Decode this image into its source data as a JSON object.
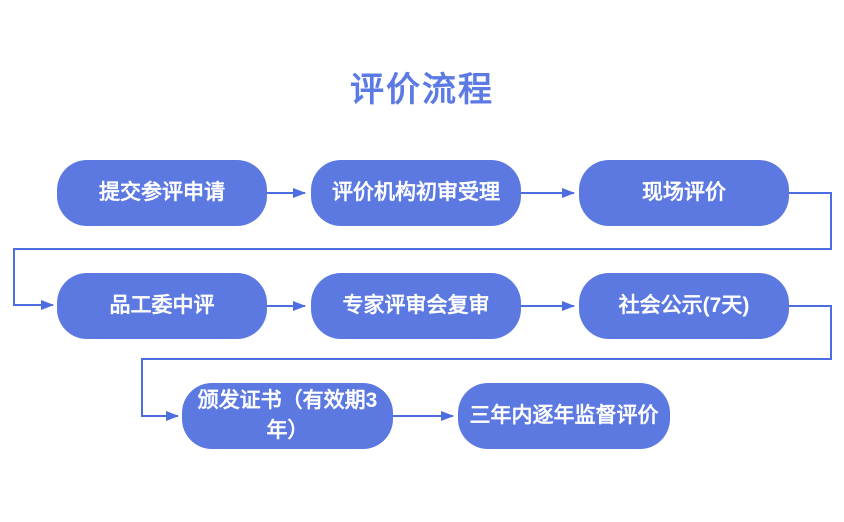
{
  "title": "评价流程",
  "colors": {
    "title": "#5B7AE4",
    "node_fill": "#5C79E2",
    "node_text": "#FFFFFF",
    "connector": "#4D6EE0",
    "background": "#FFFFFF"
  },
  "flowchart": {
    "type": "flow-diagram",
    "nodes": [
      {
        "label": "提交参评申请"
      },
      {
        "label": "评价机构初审受理"
      },
      {
        "label": "现场评价"
      },
      {
        "label": "品工委中评"
      },
      {
        "label": "专家评审会复审"
      },
      {
        "label": "社会公示(7天)"
      },
      {
        "label": "颁发证书（有效期3年）"
      },
      {
        "label": "三年内逐年监督评价"
      }
    ],
    "edges": [
      {
        "from": "提交参评申请",
        "to": "评价机构初审受理"
      },
      {
        "from": "评价机构初审受理",
        "to": "现场评价"
      },
      {
        "from": "现场评价",
        "to": "品工委中评"
      },
      {
        "from": "品工委中评",
        "to": "专家评审会复审"
      },
      {
        "from": "专家评审会复审",
        "to": "社会公示(7天)"
      },
      {
        "from": "社会公示(7天)",
        "to": "颁发证书（有效期3年）"
      },
      {
        "from": "颁发证书（有效期3年）",
        "to": "三年内逐年监督评价"
      }
    ]
  }
}
